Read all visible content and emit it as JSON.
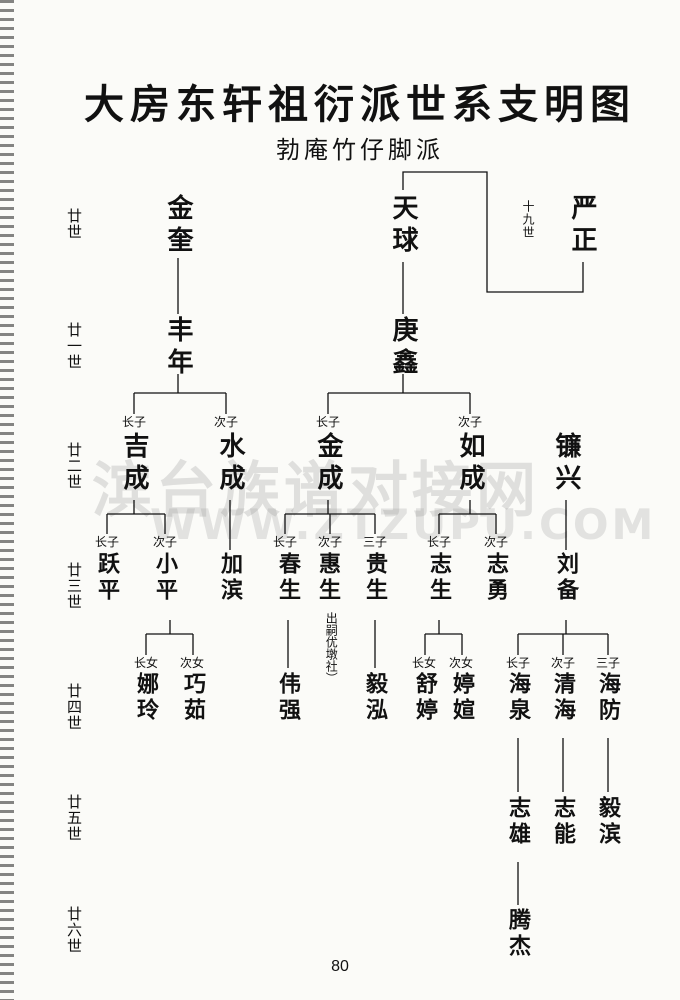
{
  "title": "大房东轩祖衍派世系支明图",
  "subtitle": "勃庵竹仔脚派",
  "watermark": {
    "cn": "滨台族谱对接网",
    "en": "WWW.ZTZUPU.COM"
  },
  "page_number": "80",
  "generations": {
    "g19": "十九世",
    "g20": "廿世",
    "g21": "廿一世",
    "g22": "廿二世",
    "g23": "廿三世",
    "g24": "廿四世",
    "g25": "廿五世",
    "g26": "廿六世"
  },
  "persons": {
    "yanzheng": "严正",
    "tianqiu": "天球",
    "jinkui": "金奎",
    "fengnian": "丰年",
    "gengxin": "庚鑫",
    "jicheng": "吉成",
    "shuicheng": "水成",
    "jincheng": "金成",
    "rucheng": "如成",
    "lianxing": "镰兴",
    "yueping": "跃平",
    "xiaoping": "小平",
    "jiabin": "加滨",
    "chunsheng": "春生",
    "huisheng": "惠生",
    "guisheng": "贵生",
    "zhisheng": "志生",
    "zhiyong": "志勇",
    "liubei": "刘备",
    "naling": "娜玲",
    "qiaoru": "巧茹",
    "weiqiang": "伟强",
    "yihong": "毅泓",
    "shuting": "舒婷",
    "tingxuan": "婷媗",
    "haiquan": "海泉",
    "qinghai": "清海",
    "haifang": "海防",
    "zhixiong": "志雄",
    "zhineng": "志能",
    "yibin": "毅滨",
    "tengjie": "腾杰"
  },
  "notes": {
    "huisheng_note": "出嗣优墩社）"
  },
  "labels": {
    "eldest_son": "长子",
    "second_son": "次子",
    "third_son": "三子",
    "eldest_daughter": "长女",
    "second_daughter": "次女"
  }
}
